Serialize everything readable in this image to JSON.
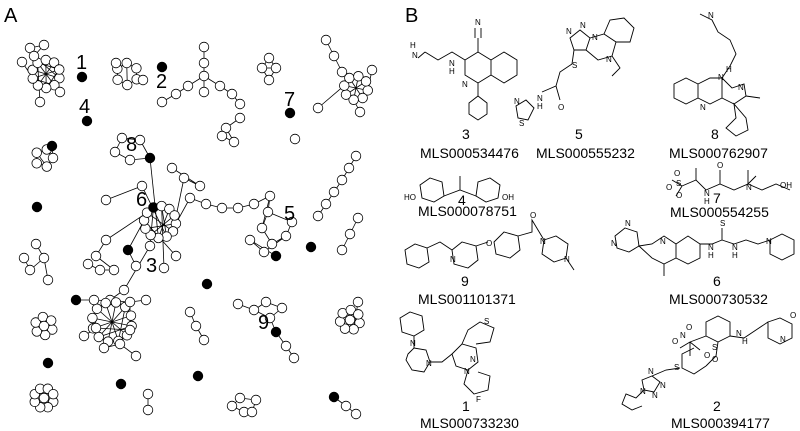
{
  "panels": {
    "a": "A",
    "b": "B"
  },
  "network_labels": [
    "1",
    "2",
    "3",
    "4",
    "5",
    "6",
    "7",
    "8",
    "9"
  ],
  "compounds": [
    {
      "num": "3",
      "id": "MLS000534476"
    },
    {
      "num": "5",
      "id": "MLS000555232"
    },
    {
      "num": "8",
      "id": "MLS000762907"
    },
    {
      "num": "4",
      "id": "MLS000078751"
    },
    {
      "num": "7",
      "id": "MLS000554255"
    },
    {
      "num": "9",
      "id": "MLS001101371"
    },
    {
      "num": "6",
      "id": "MLS000730532"
    },
    {
      "num": "1",
      "id": "MLS000733230"
    },
    {
      "num": "2",
      "id": "MLS000394177"
    }
  ],
  "atoms": {
    "c3": [
      "N",
      "H",
      "N",
      "H",
      "N",
      "N"
    ],
    "c5": [
      "N",
      "N",
      "N",
      "N",
      "S",
      "N",
      "H",
      "O",
      "S",
      "N"
    ],
    "c8": [
      "N",
      "N",
      "H",
      "N",
      "N"
    ],
    "c4": [
      "HO",
      "OH"
    ],
    "c7": [
      "O",
      "S",
      "O",
      "O",
      "N",
      "H",
      "O",
      "N",
      "OH"
    ],
    "c9": [
      "N",
      "O",
      "O",
      "N",
      "N"
    ],
    "c6": [
      "N",
      "N",
      "N",
      "S",
      "N",
      "N",
      "H",
      "H",
      "N"
    ],
    "c1": [
      "N",
      "N",
      "N",
      "N",
      "S",
      "F"
    ],
    "c2": [
      "O",
      "N",
      "O",
      "O",
      "S",
      "O",
      "N",
      "H",
      "N",
      "O",
      "S",
      "N",
      "N",
      "N",
      "N"
    ]
  }
}
